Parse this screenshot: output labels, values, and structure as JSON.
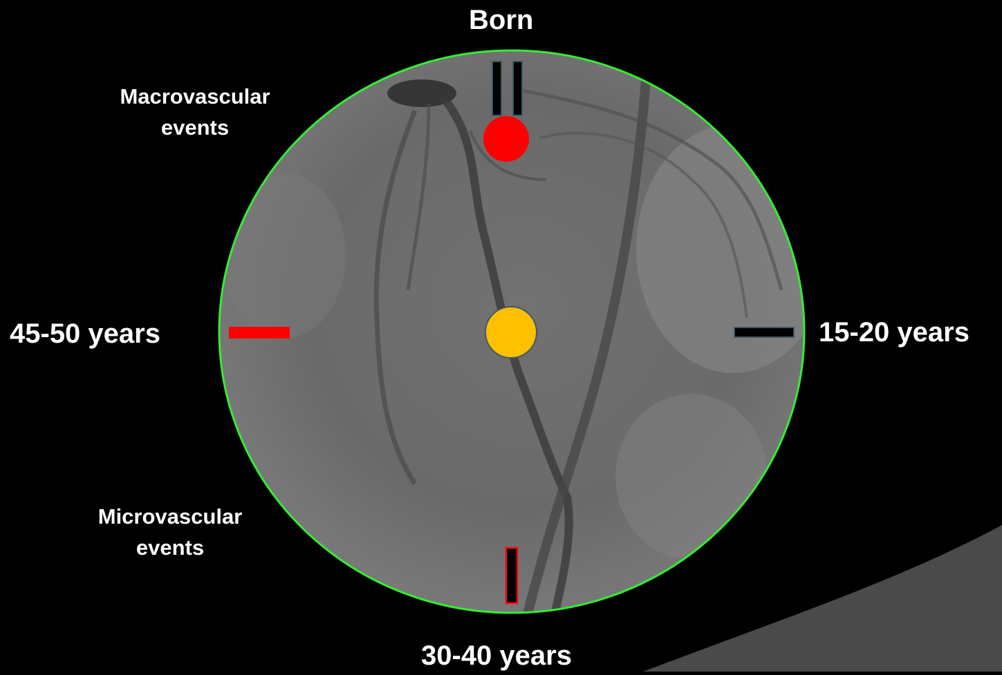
{
  "labels": {
    "top": "Born",
    "right": "15-20 years",
    "bottom": "30-40 years",
    "left": "45-50 years",
    "macrovascular_line1": "Macrovascular",
    "macrovascular_line2": "events",
    "microvascular_line1": "Microvascular",
    "microvascular_line2": "events"
  },
  "colors": {
    "background": "#000000",
    "dial_ring": "#33ee33",
    "dial_fill": "#6f6f6f",
    "red_marker": "#ff0000",
    "yellow_marker": "#ffc000",
    "black_marker": "#000000",
    "marker_outline": "#3f5866",
    "text": "#ffffff",
    "swoosh": "#4a4a4a"
  },
  "icons": {
    "dial": "angiogram-clock-dial",
    "hour_hand": "red-dot-hand-icon",
    "center_pin": "yellow-center-dot-icon"
  }
}
